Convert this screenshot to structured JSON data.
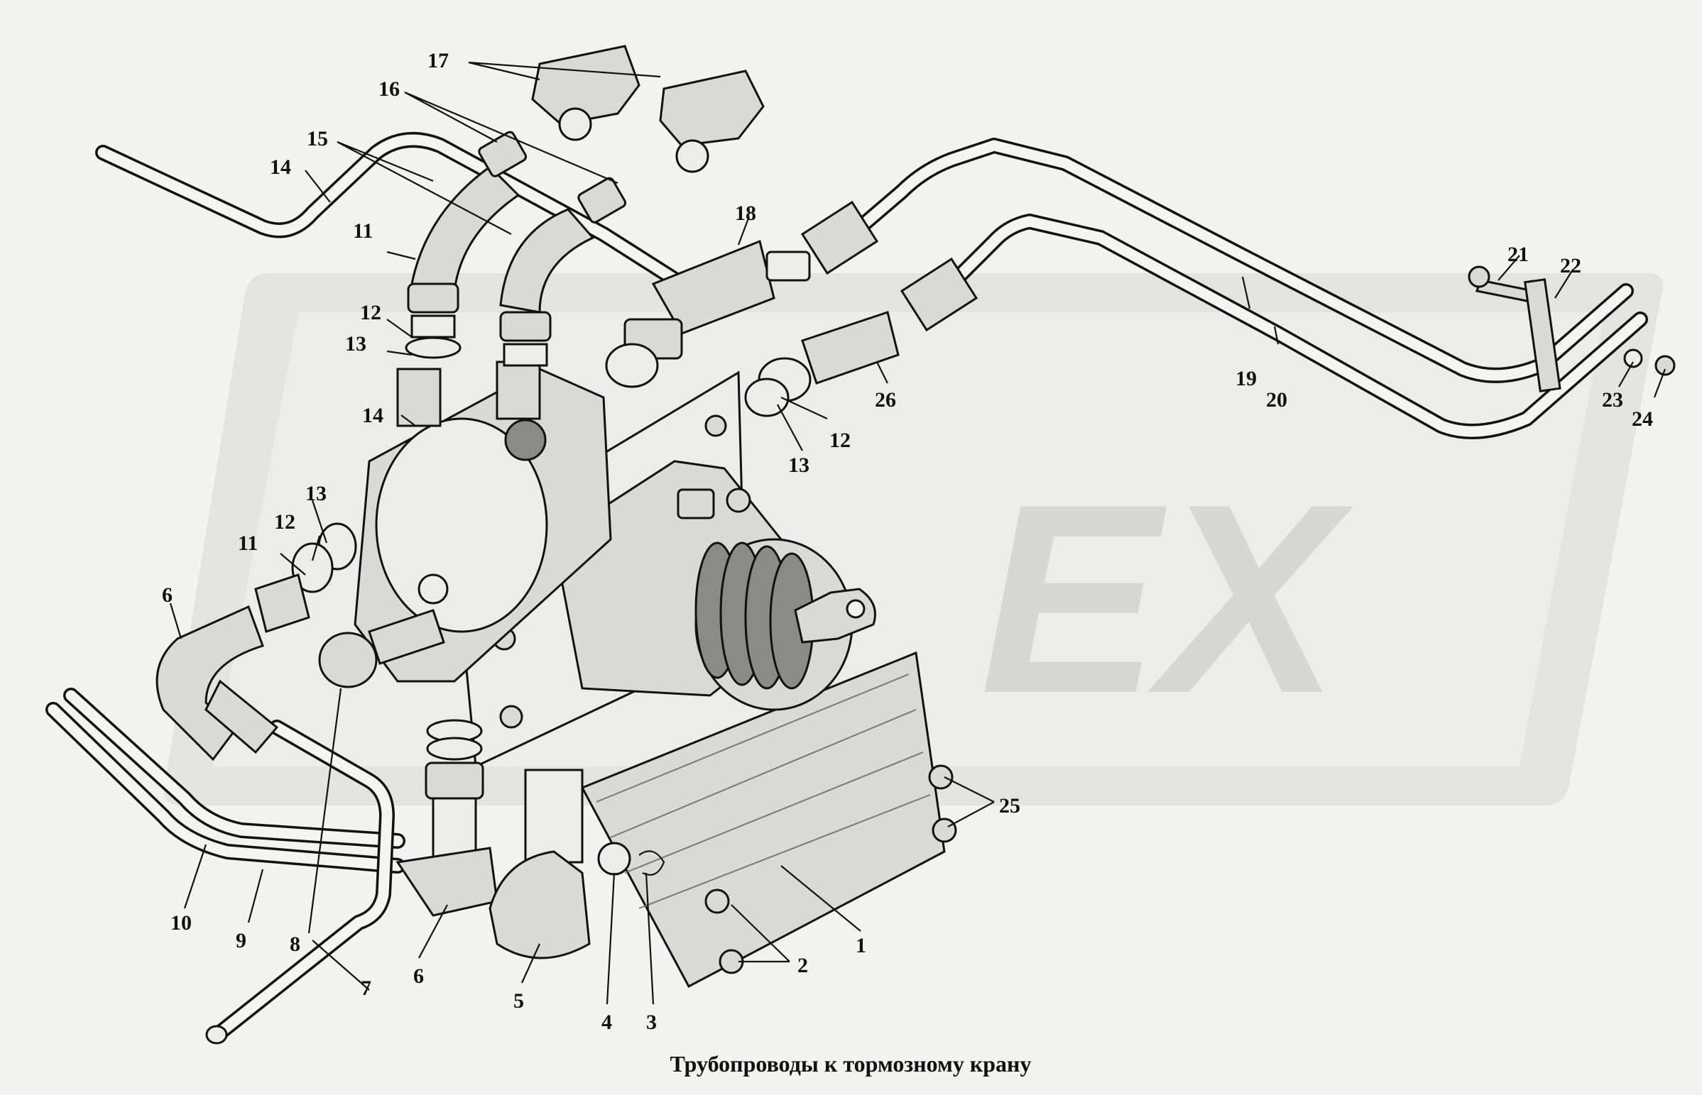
{
  "caption": "Трубопроводы к тормозному крану",
  "watermark": {
    "text": "EX",
    "color": "#d6d6d3"
  },
  "colors": {
    "background": "#f2f2f0",
    "ink": "#111111",
    "part_fill": "#d9d9d6"
  },
  "callouts": [
    "1",
    "2",
    "3",
    "4",
    "5",
    "6",
    "6",
    "7",
    "8",
    "9",
    "10",
    "11",
    "11",
    "12",
    "12",
    "12",
    "13",
    "13",
    "13",
    "14",
    "14",
    "15",
    "16",
    "17",
    "18",
    "19",
    "20",
    "21",
    "22",
    "23",
    "24",
    "25",
    "26"
  ]
}
